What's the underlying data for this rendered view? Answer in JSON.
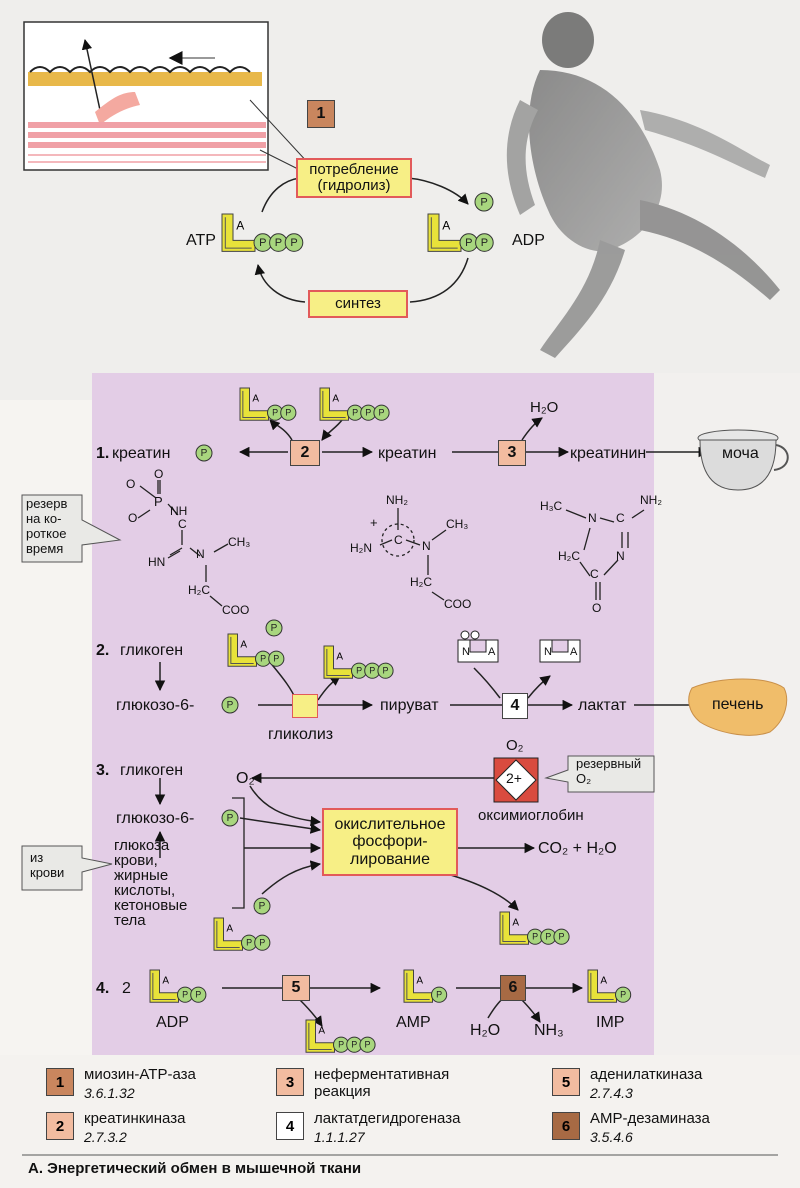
{
  "colors": {
    "panel": "#e4cfe6",
    "enzyme1": "#c9865e",
    "enzyme2": "#f2bca0",
    "enzyme4": "#ffffff",
    "enzyme6": "#a76a44",
    "ybox_fill": "#f7ef86",
    "ybox_border": "#e25a5a",
    "adenosine": "#e8e23a",
    "phosphate": "#a8d67e",
    "liver": "#f0bd6a"
  },
  "top": {
    "enzyme_num": "1",
    "consumption": "потребление\n(гидролиз)",
    "synthesis": "синтез",
    "atp": "ATP",
    "adp": "ADP"
  },
  "glyphs": {
    "A": "A",
    "P": "P",
    "N": "N"
  },
  "row1": {
    "num": "1.",
    "creatine_p": "креатин",
    "enzyme2": "2",
    "creatine": "креатин",
    "enzyme3": "3",
    "h2o": "H₂O",
    "creatinine": "креатинин",
    "urine": "моча",
    "reserve": "резерв\nна ко-\nроткое\nвремя",
    "struct_cp": {
      "O1": "O",
      "O2": "O",
      "Pc": "P",
      "O3": "O",
      "NH": "NH",
      "C": "C",
      "HN": "HN",
      "N": "N",
      "CH3": "CH₃",
      "H2C": "H₂C",
      "COO": "COO"
    },
    "struct_cr": {
      "NH2a": "NH₂",
      "plus": "+",
      "C": "C",
      "H2N": "H₂N",
      "N": "N",
      "CH3": "CH₃",
      "H2C": "H₂C",
      "COO": "COO"
    },
    "struct_crn": {
      "H3C": "H₃C",
      "N1": "N",
      "C": "C",
      "NH2": "NH₂",
      "H2C": "H₂C",
      "C2": "C",
      "N2": "N",
      "O": "O"
    }
  },
  "row2": {
    "num": "2.",
    "glycogen": "гликоген",
    "g6p": "глюкозо-6-",
    "glycolysis": "гликолиз",
    "pyruvate": "пируват",
    "enzyme4": "4",
    "lactate": "лактат",
    "liver": "печень"
  },
  "row3": {
    "num": "3.",
    "glycogen": "гликоген",
    "o2": "O₂",
    "g6p": "глюкозо-6-",
    "from_blood": "из\nкрови",
    "sources": "глюкоза\nкрови,\nжирные\nкислоты,\nкетоновые\nтела",
    "oxphos": "окислительное\nфосфори-\nлирование",
    "co2_h2o": "CO₂ + H₂O",
    "o2_top": "O₂",
    "fe": "2+",
    "oxymyoglobin": "оксимиоглобин",
    "reserve_o2": "резервный\nO₂"
  },
  "row4": {
    "num": "4.",
    "two": "2",
    "adp": "ADP",
    "enzyme5": "5",
    "amp": "AMP",
    "enzyme6": "6",
    "h2o": "H₂O",
    "nh3": "NH₃",
    "imp": "IMP"
  },
  "legend": [
    {
      "num": "1",
      "name": "миозин-ATP-аза",
      "ec": "3.6.1.32"
    },
    {
      "num": "3",
      "name": "неферментативная\nреакция",
      "ec": ""
    },
    {
      "num": "5",
      "name": "аденилаткиназа",
      "ec": "2.7.4.3"
    },
    {
      "num": "2",
      "name": "креатинкиназа",
      "ec": "2.7.3.2"
    },
    {
      "num": "4",
      "name": "лактатдегидрогеназа",
      "ec": "1.1.1.27"
    },
    {
      "num": "6",
      "name": "AMP-дезаминаза",
      "ec": "3.5.4.6"
    }
  ],
  "caption": "А. Энергетический обмен в мышечной ткани"
}
